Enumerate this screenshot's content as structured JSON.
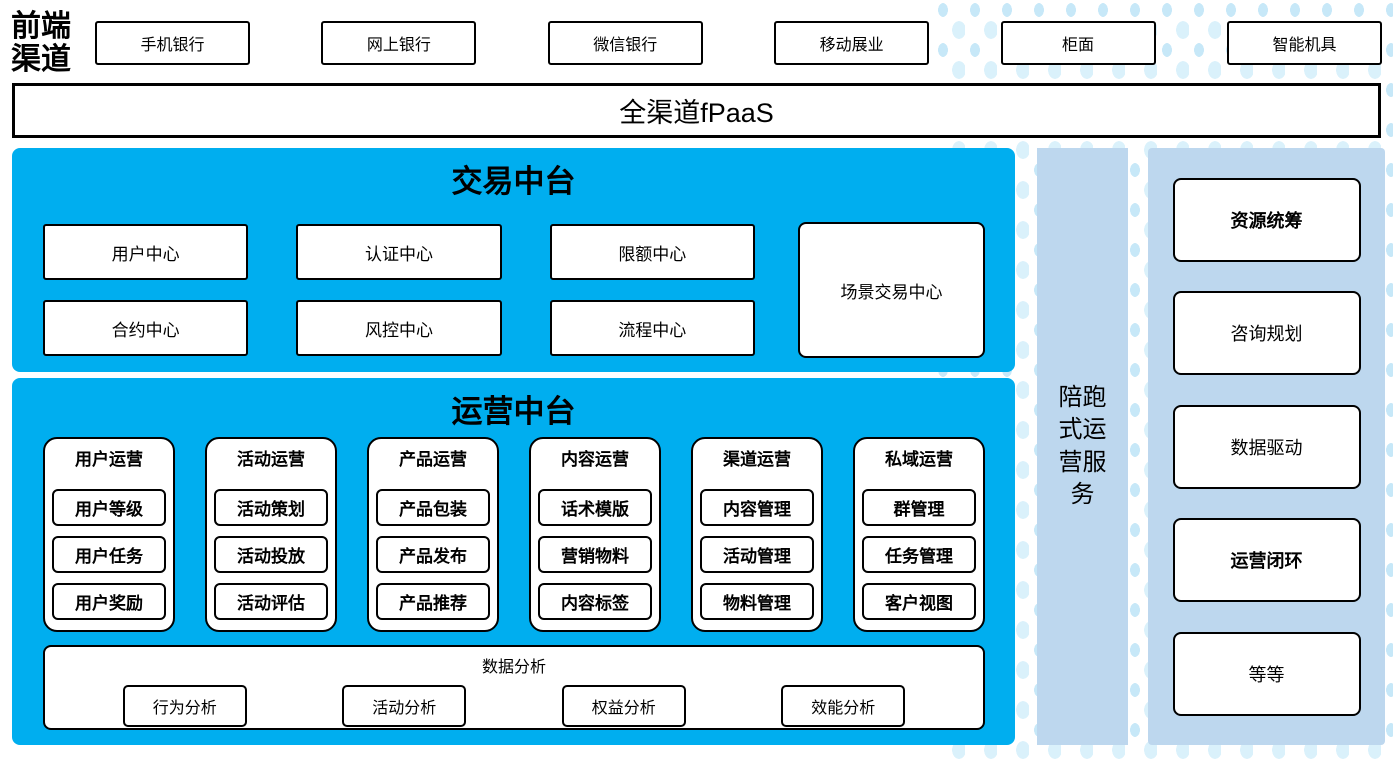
{
  "front_channels": {
    "label": "前端渠道",
    "items": [
      "手机银行",
      "网上银行",
      "微信银行",
      "移动展业",
      "柜面",
      "智能机具"
    ]
  },
  "fpaas_bar": {
    "label": "全渠道fPaaS"
  },
  "trade_platform": {
    "title": "交易中台",
    "centers": [
      "用户中心",
      "认证中心",
      "限额中心",
      "合约中心",
      "风控中心",
      "流程中心"
    ],
    "scene_center": "场景交易中心"
  },
  "operation_platform": {
    "title": "运营中台",
    "groups": [
      {
        "title": "用户运营",
        "items": [
          "用户等级",
          "用户任务",
          "用户奖励"
        ]
      },
      {
        "title": "活动运营",
        "items": [
          "活动策划",
          "活动投放",
          "活动评估"
        ]
      },
      {
        "title": "产品运营",
        "items": [
          "产品包装",
          "产品发布",
          "产品推荐"
        ]
      },
      {
        "title": "内容运营",
        "items": [
          "话术模版",
          "营销物料",
          "内容标签"
        ]
      },
      {
        "title": "渠道运营",
        "items": [
          "内容管理",
          "活动管理",
          "物料管理"
        ]
      },
      {
        "title": "私域运营",
        "items": [
          "群管理",
          "任务管理",
          "客户视图"
        ]
      }
    ],
    "data_analysis": {
      "title": "数据分析",
      "items": [
        "行为分析",
        "活动分析",
        "权益分析",
        "效能分析"
      ]
    }
  },
  "side_strip": {
    "label": "陪跑式运营服务"
  },
  "service_panel": {
    "items": [
      "资源统筹",
      "咨询规划",
      "数据驱动",
      "运营闭环",
      "等等"
    ]
  },
  "colors": {
    "primary_blue": "#00AEEF",
    "light_blue": "#BDD7EE",
    "dot_blue": "#C7E8F8"
  }
}
